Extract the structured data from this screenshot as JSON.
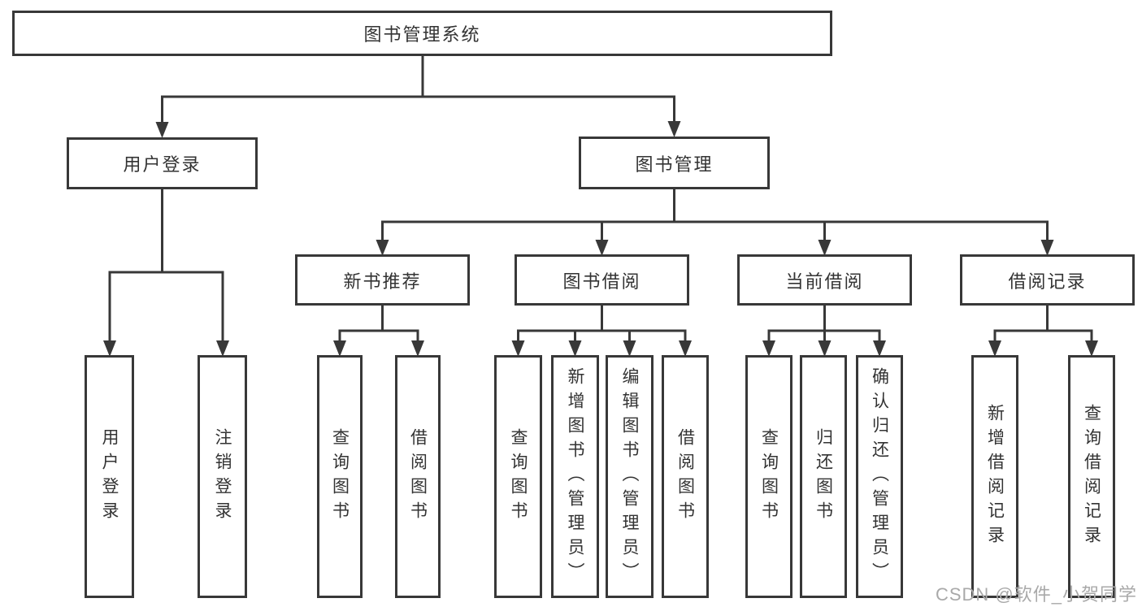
{
  "diagram": {
    "root": {
      "label": "图书管理系统"
    },
    "branches": [
      {
        "label": "用户登录",
        "children": [
          {
            "label": "用户登录"
          },
          {
            "label": "注销登录"
          }
        ]
      },
      {
        "label": "图书管理",
        "groups": [
          {
            "label": "新书推荐",
            "children": [
              {
                "label": "查询图书"
              },
              {
                "label": "借阅图书"
              }
            ]
          },
          {
            "label": "图书借阅",
            "children": [
              {
                "label": "查询图书"
              },
              {
                "label": "新增图书（管理员）"
              },
              {
                "label": "编辑图书（管理员）"
              },
              {
                "label": "借阅图书"
              }
            ]
          },
          {
            "label": "当前借阅",
            "children": [
              {
                "label": "查询图书"
              },
              {
                "label": "归还图书"
              },
              {
                "label": "确认归还（管理员）"
              }
            ]
          },
          {
            "label": "借阅记录",
            "children": [
              {
                "label": "新增借阅记录"
              },
              {
                "label": "查询借阅记录"
              }
            ]
          }
        ]
      }
    ]
  },
  "watermark": {
    "text": "CSDN @软件_小贺同学"
  },
  "colors": {
    "line": "#383838",
    "text": "#333333",
    "box_background": "#ffffff",
    "watermark": "#a9a9a9"
  }
}
